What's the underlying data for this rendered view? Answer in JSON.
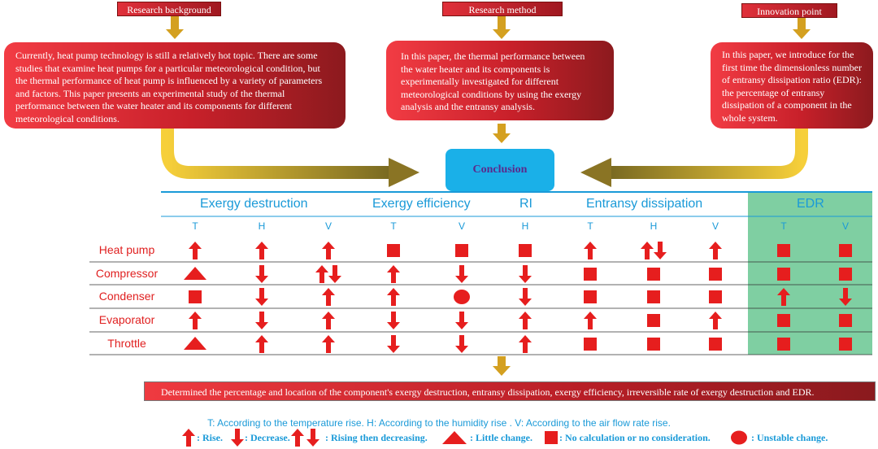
{
  "tags": {
    "background": "Research background",
    "method": "Research method",
    "innovation": "Innovation point"
  },
  "boxes": {
    "background": "Currently, heat pump technology is still a relatively hot topic. There are some studies that examine heat pumps for a particular meteorological condition, but the thermal performance of heat pump is influenced by a variety of parameters and factors. This paper presents an experimental study of the thermal performance between the water heater and its components for different meteorological conditions.",
    "method": "In this paper, the thermal performance between the water heater and its components is experimentally investigated for different meteorological conditions by using the exergy analysis and the entransy analysis.",
    "innovation": "In this paper, we introduce for the first time the dimensionless number of entransy dissipation ratio (EDR): the percentage of entransy dissipation of a component in the whole system."
  },
  "conclusion": "Conclusion",
  "table": {
    "groups": [
      "Exergy destruction",
      "Exergy efficiency",
      "RI",
      "Entransy dissipation",
      "EDR"
    ],
    "subs": [
      "T",
      "H",
      "V",
      "T",
      "V",
      "H",
      "T",
      "H",
      "V",
      "T",
      "V"
    ],
    "rows": [
      {
        "label": "Heat pump",
        "cells": [
          "up",
          "up",
          "up",
          "sq",
          "sq",
          "sq",
          "up",
          "updown",
          "up",
          "sq",
          "sq"
        ]
      },
      {
        "label": "Compressor",
        "cells": [
          "tri",
          "down",
          "updown",
          "up",
          "down",
          "down",
          "sq",
          "sq",
          "sq",
          "sq",
          "sq"
        ]
      },
      {
        "label": "Condenser",
        "cells": [
          "sq",
          "down",
          "up",
          "up",
          "circ",
          "down",
          "sq",
          "sq",
          "sq",
          "up",
          "down"
        ]
      },
      {
        "label": "Evaporator",
        "cells": [
          "up",
          "down",
          "up",
          "down",
          "down",
          "up",
          "up",
          "sq",
          "up",
          "sq",
          "sq"
        ]
      },
      {
        "label": "Throttle",
        "cells": [
          "tri",
          "up",
          "up",
          "down",
          "down",
          "up",
          "sq",
          "sq",
          "sq",
          "sq",
          "sq"
        ]
      }
    ]
  },
  "bottom_text": "Determined the percentage and location of the component's exergy destruction, entransy dissipation, exergy efficiency, irreversible rate of exergy destruction and EDR.",
  "legend": {
    "line1": "T: According to the temperature rise. H: According to the humidity rise . V: According to the air flow rate rise.",
    "rise": ": Rise.",
    "decrease": ": Decrease.",
    "rising_then": ": Rising then decreasing.",
    "little": ": Little change.",
    "no_calc": ": No calculation or no consideration.",
    "unstable": ": Unstable change."
  },
  "colors": {
    "accent_blue": "#1a9ad8",
    "symbol_red": "#e61e1e",
    "edr_green": "#7fcfa2",
    "arrow_gold": "#f2c230"
  }
}
